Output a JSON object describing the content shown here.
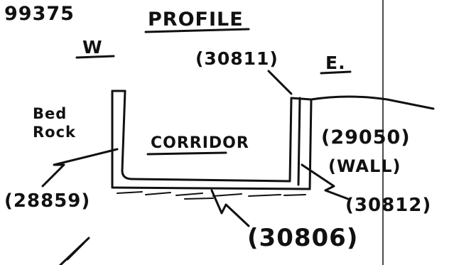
{
  "diagram": {
    "ref_number": "99375",
    "title": "PROFILE",
    "west_label": "W",
    "east_label": "E.",
    "rock_label_line1": "Bed",
    "rock_label_line2": "Rock",
    "corridor_label": "CORRIDOR",
    "label_30811": "(30811)",
    "label_29050": "(29050)",
    "label_wall": "(WALL)",
    "label_28859": "(28859)",
    "label_30812": "(30812)",
    "label_30806": "(30806)",
    "ink_color": "#111111"
  }
}
